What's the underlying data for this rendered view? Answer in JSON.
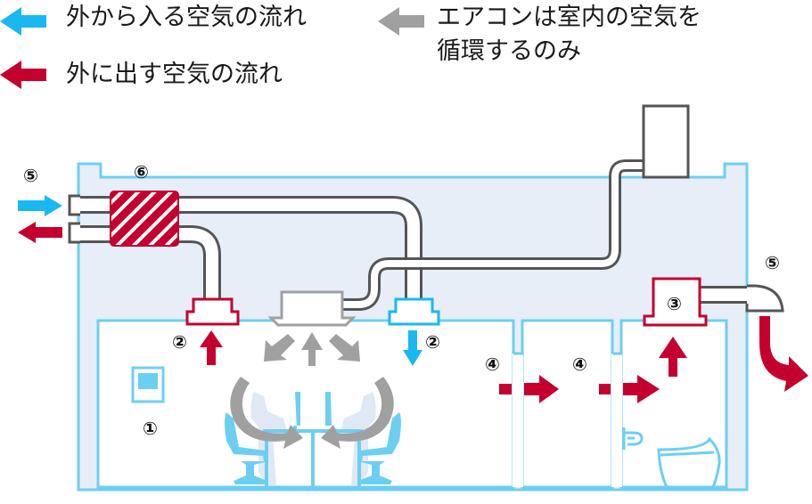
{
  "legend": {
    "intake": {
      "label": "外から入る空気の流れ",
      "color": "#1ab8f0"
    },
    "exhaust": {
      "label": "外に出す空気の流れ",
      "color": "#c4002f"
    },
    "aircon": {
      "label_line1": "エアコンは室内の空気を",
      "label_line2": "循環するのみ",
      "color": "#a0a0a0"
    }
  },
  "colors": {
    "building_outline": "#6ccff2",
    "building_fill": "#e7eef8",
    "duct": "#555555",
    "heat_exchanger": "#c4002f",
    "aircon_unit": "#a0a0a0"
  },
  "labels": {
    "n1": "①",
    "n2_left": "②",
    "n2_right": "②",
    "n3": "③",
    "n4_left": "④",
    "n4_right": "④",
    "n5_left": "⑤",
    "n5_right": "⑤",
    "n6": "⑥"
  }
}
